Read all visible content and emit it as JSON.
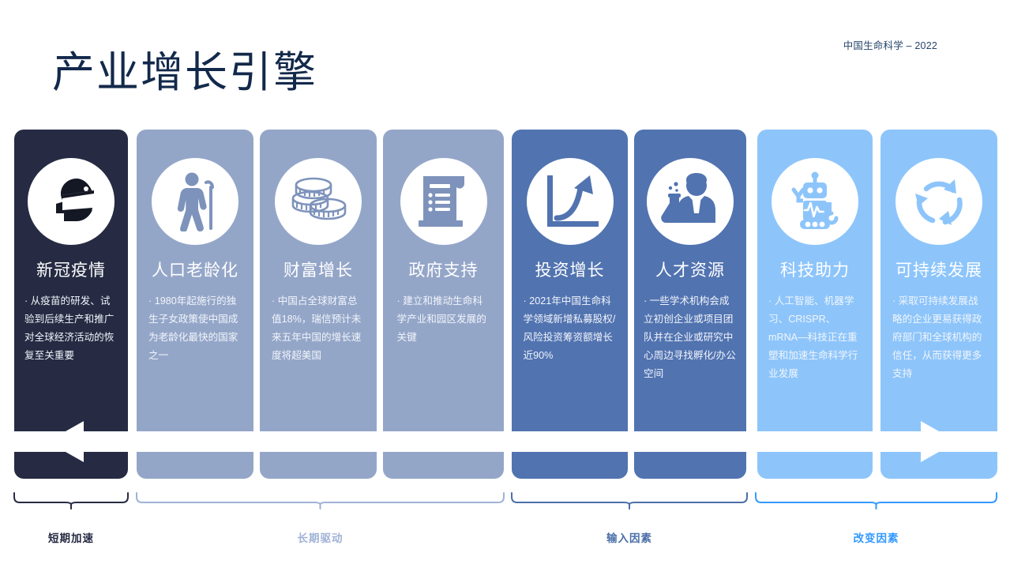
{
  "header": {
    "corner_label": "中国生命科学 – 2022",
    "title": "产业增长引擎"
  },
  "colors": {
    "title": "#13294b",
    "card_dark": "#262b43",
    "card_mid_light": "#94a6c8",
    "card_mid_blue": "#5173b0",
    "card_light_blue": "#8dc5fb",
    "brace_dark": "#262b43",
    "brace_light": "#9fb2d6",
    "brace_mid": "#4b6fa8",
    "brace_bright": "#3399ff",
    "arrow": "#ffffff"
  },
  "cards": [
    {
      "id": "covid",
      "icon": "face-mask-icon",
      "title": "新冠疫情",
      "desc": "· 从疫苗的研发、试验到后续生产和推广对全球经济活动的恢复至关重要",
      "bg": "#262b43",
      "icon_color": "#141824"
    },
    {
      "id": "aging-population",
      "icon": "elderly-person-cane-icon",
      "title": "人口老龄化",
      "desc": "· 1980年起施行的独生子女政策使中国成为老龄化最快的国家之一",
      "bg": "#94a6c8",
      "icon_color": "#7e93bb"
    },
    {
      "id": "wealth-growth",
      "icon": "coin-stack-icon",
      "title": "财富增长",
      "desc": "· 中国占全球财富总值18%，瑞信预计未来五年中国的增长速度将超美国",
      "bg": "#94a6c8",
      "icon_color": "#7e93bb"
    },
    {
      "id": "government-support",
      "icon": "document-scroll-icon",
      "title": "政府支持",
      "desc": "· 建立和推动生命科学产业和园区发展的关键",
      "bg": "#94a6c8",
      "icon_color": "#7e93bb"
    },
    {
      "id": "investment-growth",
      "icon": "growth-chart-icon",
      "title": "投资增长",
      "desc": "· 2021年中国生命科学领域新增私募股权/风险投资筹资额增长近90%",
      "bg": "#5173b0",
      "icon_color": "#5173b0"
    },
    {
      "id": "talent-resources",
      "icon": "scientist-flask-icon",
      "title": "人才资源",
      "desc": "· 一些学术机构会成立初创企业或项目团队并在企业或研究中心周边寻找孵化/办公空间",
      "bg": "#5173b0",
      "icon_color": "#5173b0"
    },
    {
      "id": "technology-boost",
      "icon": "robot-icon",
      "title": "科技助力",
      "desc": "· 人工智能、机器学习、CRISPR、mRNA—科技正在重塑和加速生命科学行业发展",
      "bg": "#8dc5fb",
      "icon_color": "#8dc5fb"
    },
    {
      "id": "sustainable-development",
      "icon": "recycle-cycle-icon",
      "title": "可持续发展",
      "desc": "· 采取可持续发展战略的企业更易获得政府部门和全球机构的信任，从而获得更多支持",
      "bg": "#8dc5fb",
      "icon_color": "#8dc5fb"
    }
  ],
  "braces": [
    {
      "id": "short-term-acceleration",
      "label": "短期加速",
      "color": "#262b43"
    },
    {
      "id": "long-term-drivers",
      "label": "长期驱动",
      "color": "#9fb2d6"
    },
    {
      "id": "input-factors",
      "label": "输入因素",
      "color": "#4b6fa8"
    },
    {
      "id": "change-factors",
      "label": "改变因素",
      "color": "#3399ff"
    }
  ],
  "arrows": {
    "left_arrow": "left-direction-arrow",
    "right_arrow": "right-direction-arrow"
  }
}
